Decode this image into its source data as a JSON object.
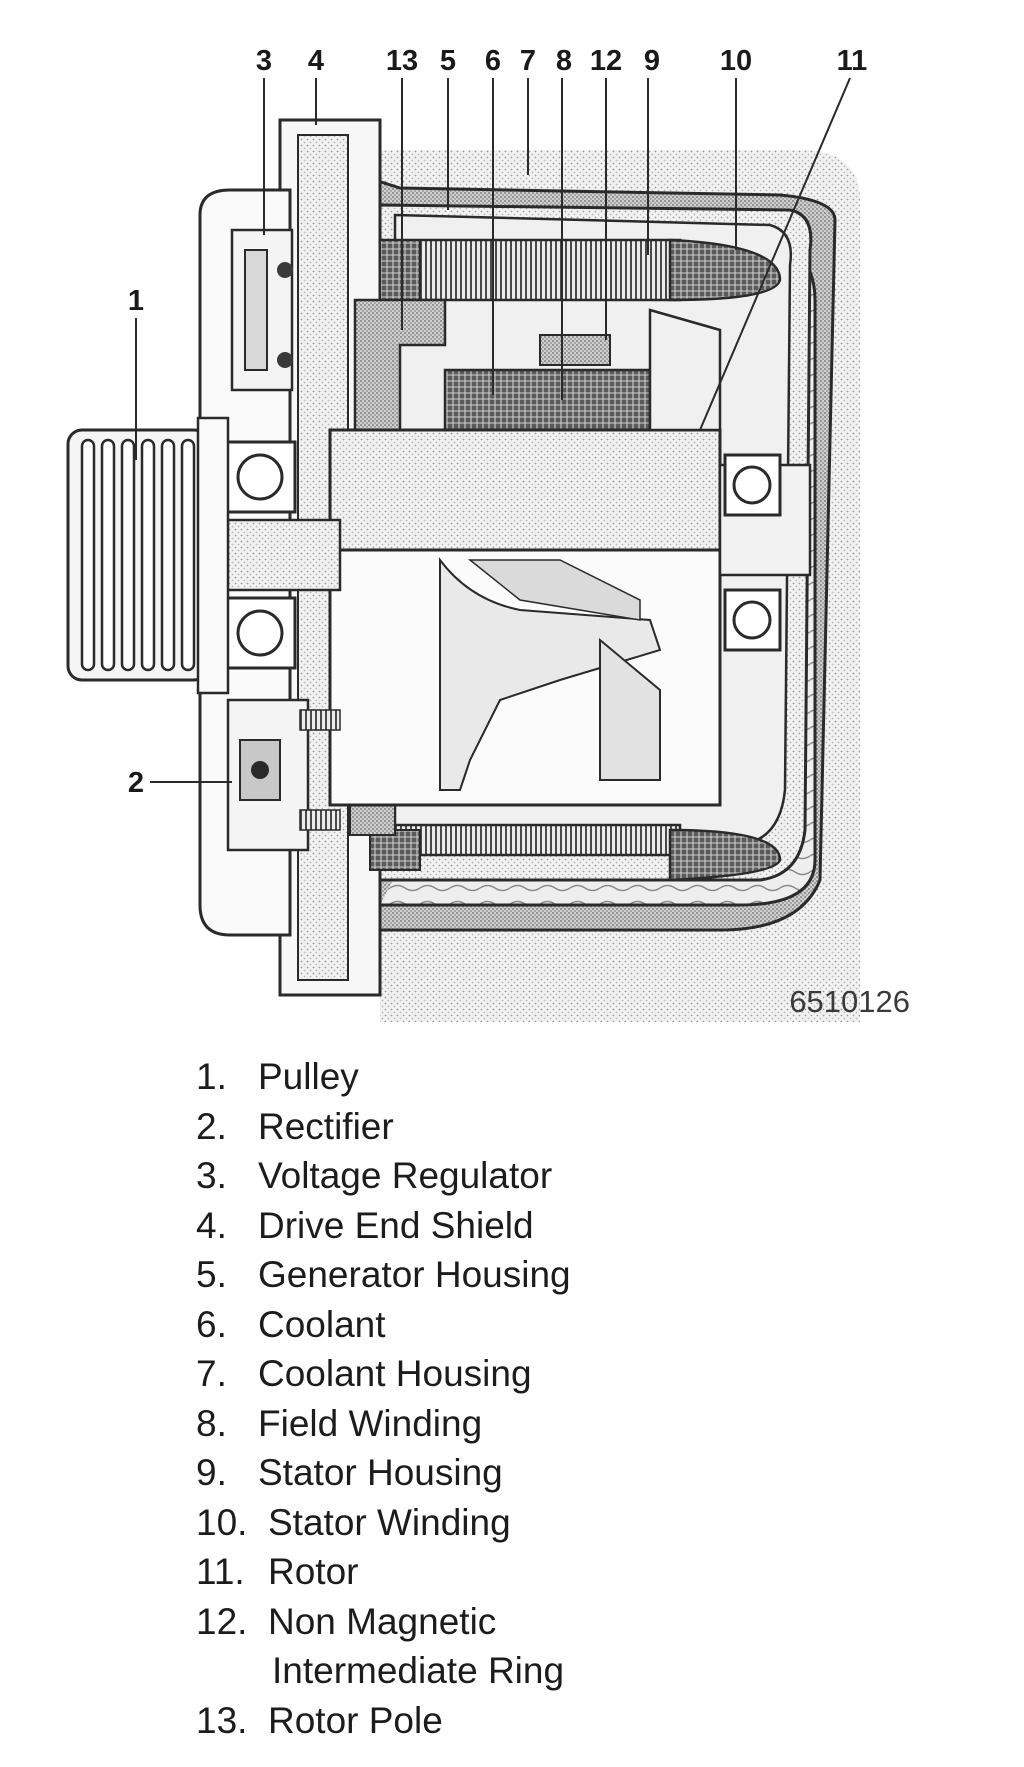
{
  "diagram": {
    "figure_id": "6510126",
    "callouts": [
      {
        "key": "c3",
        "label": "3"
      },
      {
        "key": "c4",
        "label": "4"
      },
      {
        "key": "c13",
        "label": "13"
      },
      {
        "key": "c5",
        "label": "5"
      },
      {
        "key": "c6",
        "label": "6"
      },
      {
        "key": "c7",
        "label": "7"
      },
      {
        "key": "c8",
        "label": "8"
      },
      {
        "key": "c12",
        "label": "12"
      },
      {
        "key": "c9",
        "label": "9"
      },
      {
        "key": "c10",
        "label": "10"
      },
      {
        "key": "c11",
        "label": "11"
      },
      {
        "key": "c1",
        "label": "1"
      },
      {
        "key": "c2",
        "label": "2"
      }
    ]
  },
  "legend": {
    "items": [
      {
        "num": "1.",
        "text": "Pulley"
      },
      {
        "num": "2.",
        "text": "Rectifier"
      },
      {
        "num": "3.",
        "text": "Voltage Regulator"
      },
      {
        "num": "4.",
        "text": "Drive End Shield"
      },
      {
        "num": "5.",
        "text": "Generator Housing"
      },
      {
        "num": "6.",
        "text": "Coolant"
      },
      {
        "num": "7.",
        "text": "Coolant Housing"
      },
      {
        "num": "8.",
        "text": "Field Winding"
      },
      {
        "num": "9.",
        "text": "Stator Housing"
      },
      {
        "num": "10.",
        "text": "Stator Winding"
      },
      {
        "num": "11.",
        "text": "Rotor"
      },
      {
        "num": "12.",
        "text": "Non Magnetic"
      },
      {
        "num": "",
        "text": "Intermediate Ring"
      },
      {
        "num": "13.",
        "text": "Rotor Pole"
      }
    ]
  }
}
